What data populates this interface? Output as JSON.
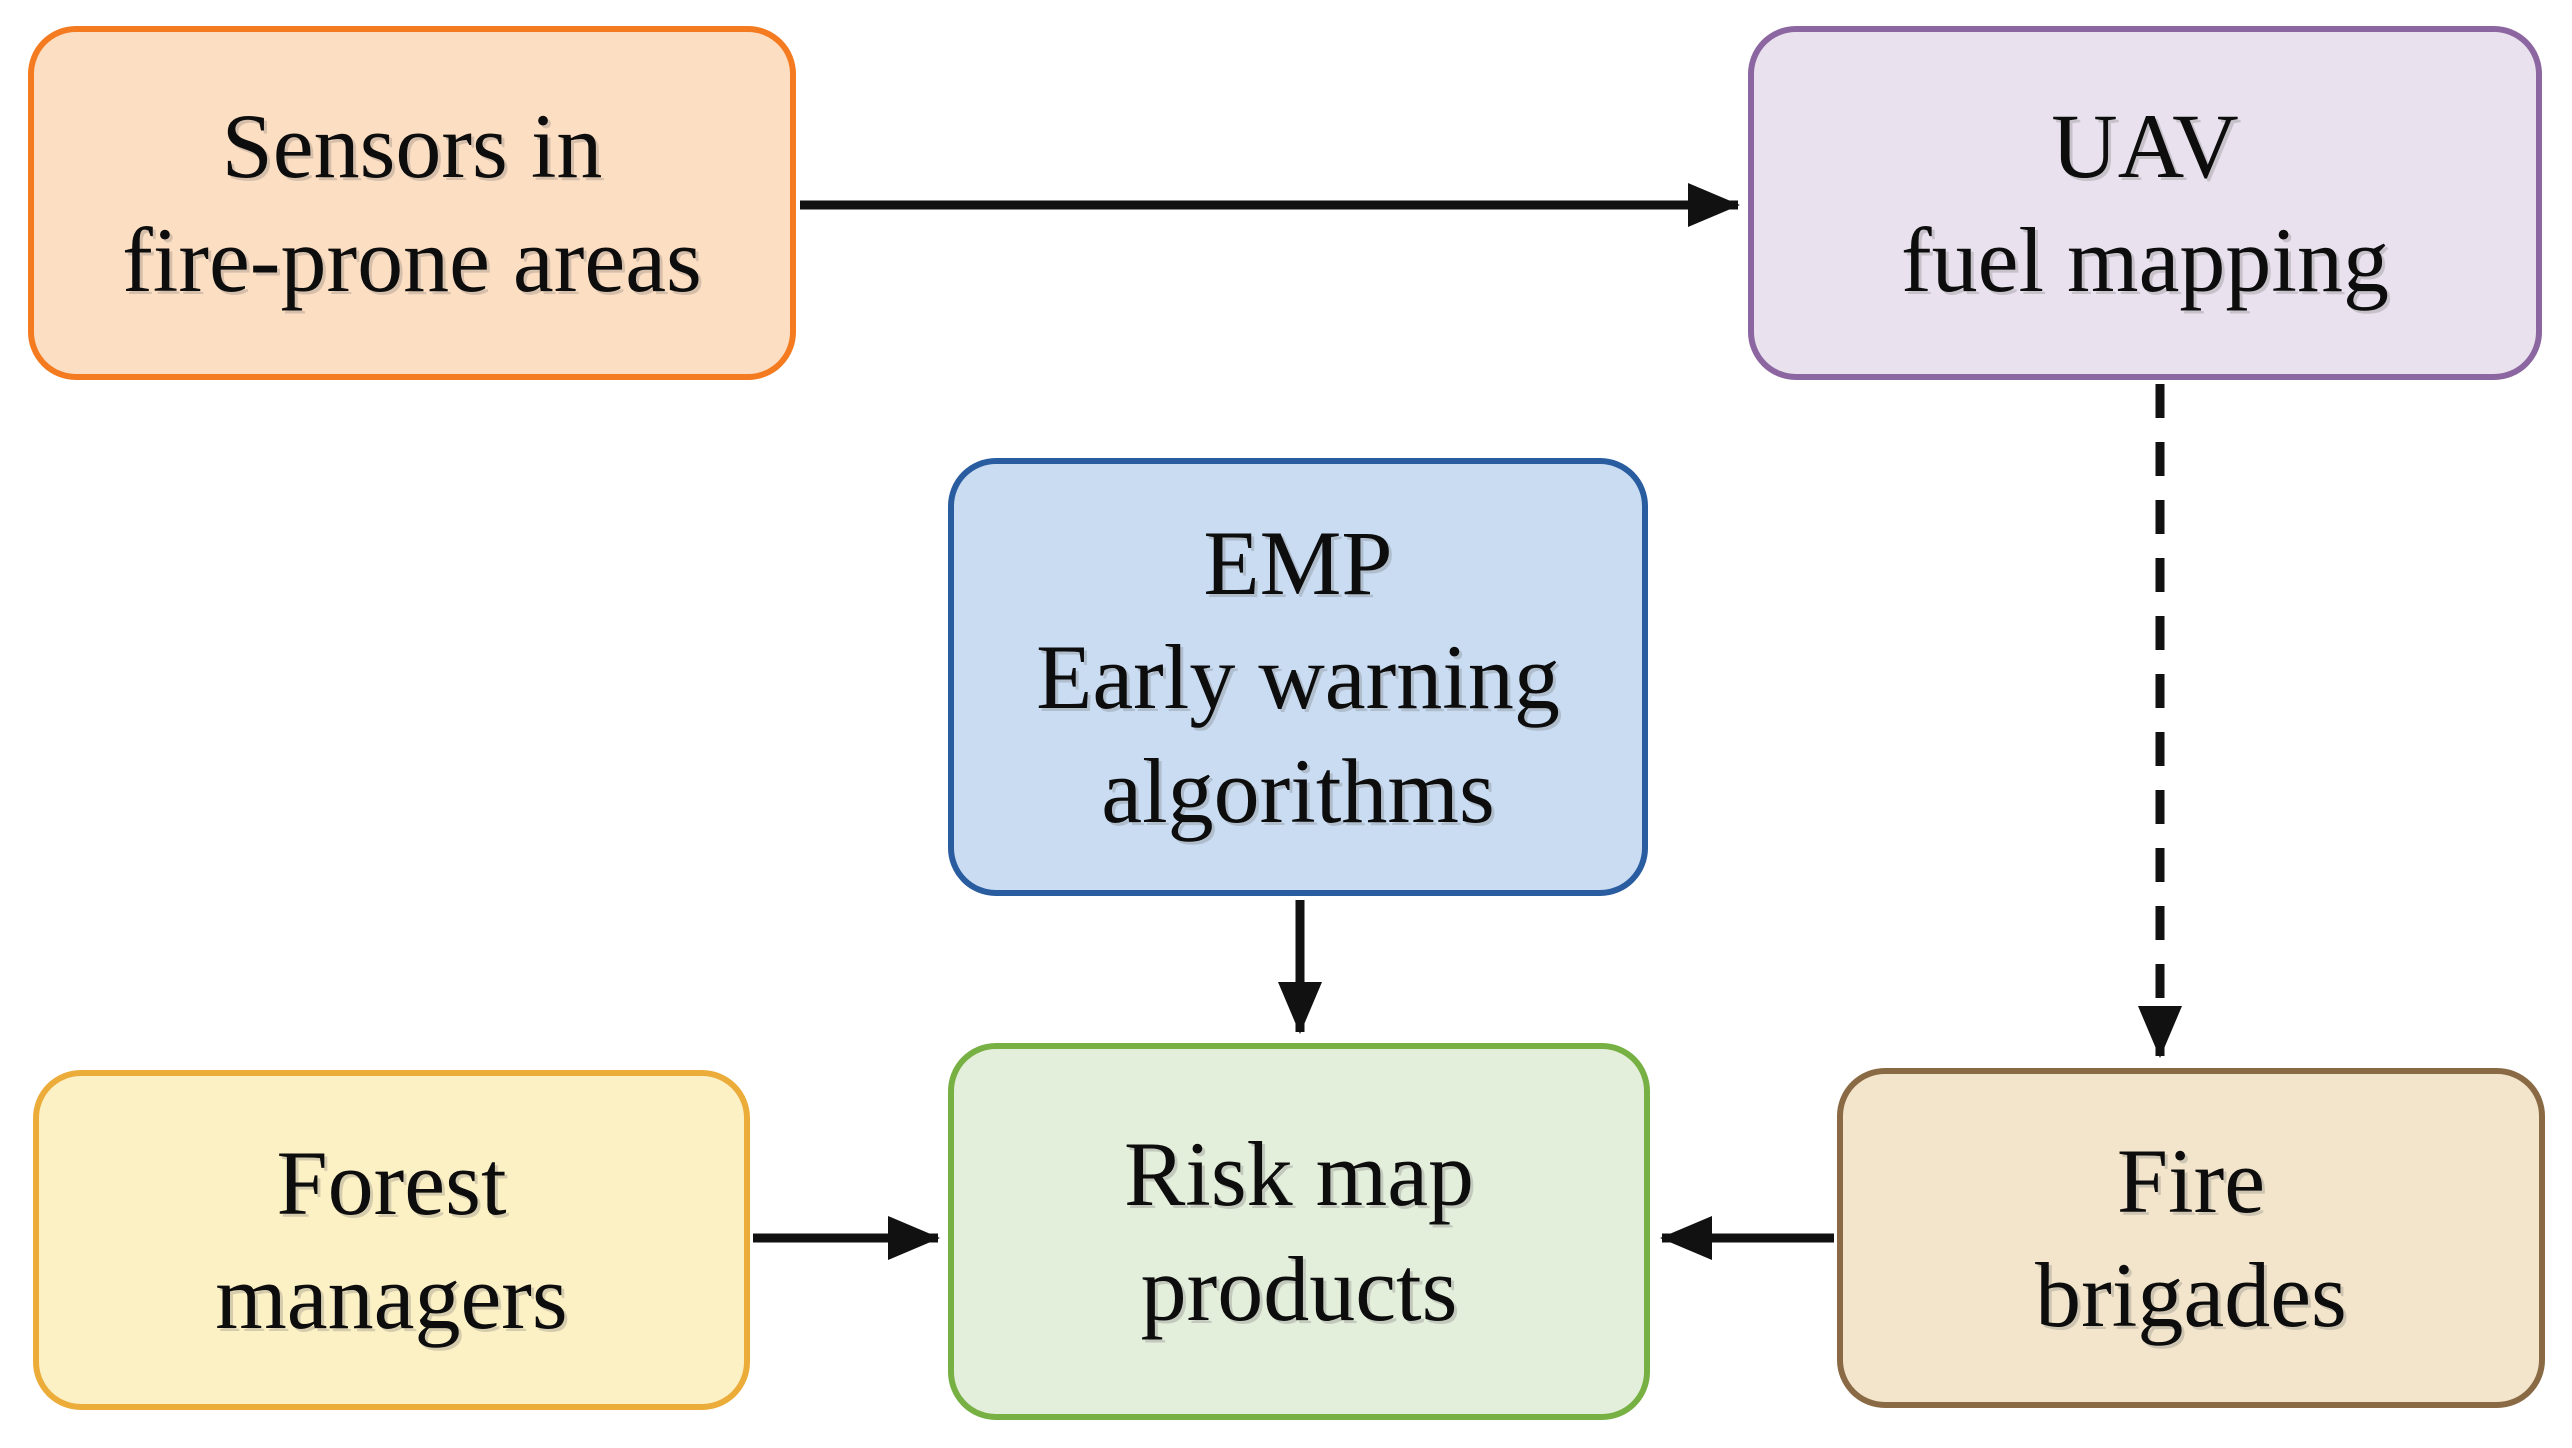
{
  "diagram": {
    "background": "#ffffff",
    "line_color": "#111111",
    "text_color": "#0d0d0d",
    "nodes": {
      "sensors": {
        "lines": [
          "Sensors in",
          "fire-prone areas"
        ],
        "fill": "#FCDEC3",
        "border": "#F47B20"
      },
      "uav": {
        "lines": [
          "UAV",
          "fuel mapping"
        ],
        "fill": "#E9E1EE",
        "border": "#8C66A0"
      },
      "emp": {
        "lines": [
          "EMP",
          "Early warning",
          "algorithms"
        ],
        "fill": "#C9DCF2",
        "border": "#2A5CA0"
      },
      "forest": {
        "lines": [
          "Forest",
          "managers"
        ],
        "fill": "#FCF0C5",
        "border": "#ECAC3A"
      },
      "risk": {
        "lines": [
          "Risk map",
          "products"
        ],
        "fill": "#E3EEDB",
        "border": "#77B043"
      },
      "fire": {
        "lines": [
          "Fire",
          "brigades"
        ],
        "fill": "#F2E5CB",
        "border": "#8A6A44"
      }
    },
    "connections": [
      {
        "from": "sensors",
        "to": "uav",
        "style": "solid"
      },
      {
        "from": "uav",
        "to": "fire",
        "style": "dashed"
      },
      {
        "from": "emp",
        "to": "risk",
        "style": "solid"
      },
      {
        "from": "forest",
        "to": "risk",
        "style": "solid"
      },
      {
        "from": "fire",
        "to": "risk",
        "style": "solid"
      }
    ]
  }
}
